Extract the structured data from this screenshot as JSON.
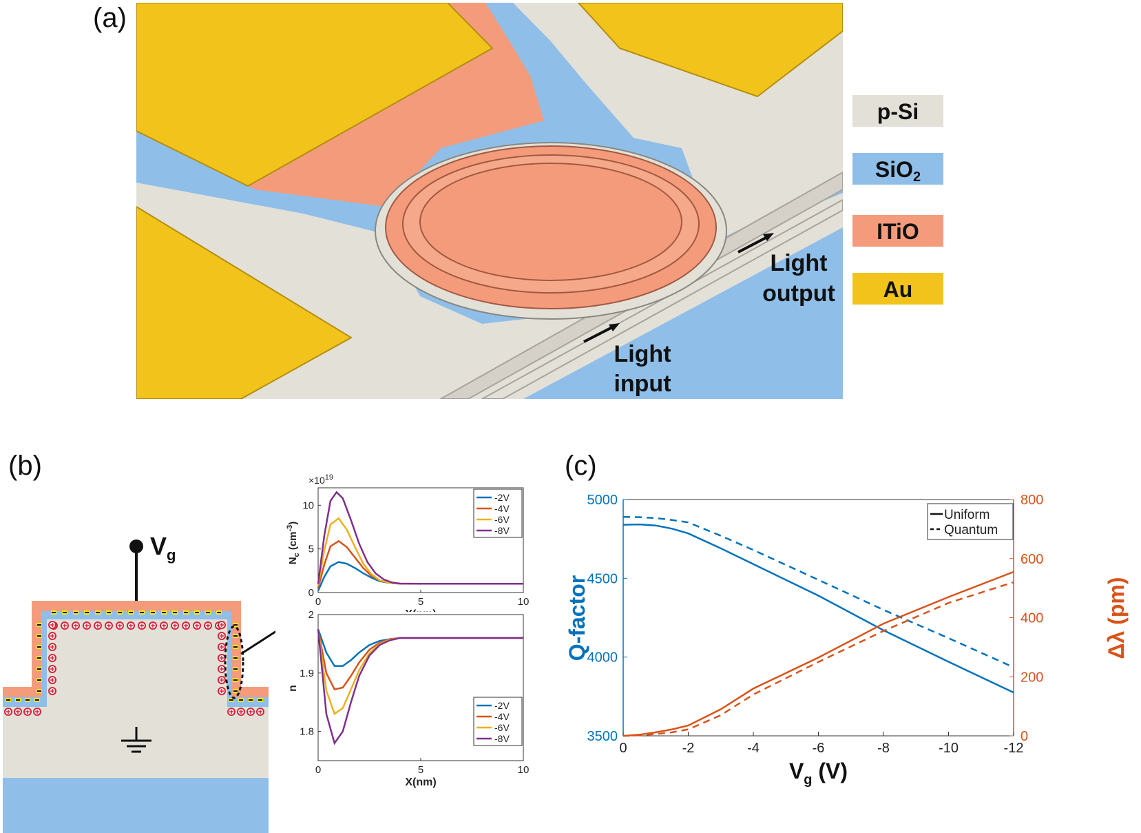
{
  "colors": {
    "psi": "#e3e0d8",
    "sio2": "#8fbfe9",
    "itio": "#f49b7c",
    "au": "#f2c31b",
    "blue": "#0072bd",
    "orange": "#d95319",
    "yellow": "#edb120",
    "purple": "#7e2f8e",
    "text": "#111111",
    "plus": "#d6243a",
    "minus": "#111111"
  },
  "panel_a": {
    "label": "(a)",
    "legend": [
      {
        "text": "p-Si",
        "color": "#e3e0d8"
      },
      {
        "text": "SiO",
        "sub": "2",
        "color": "#8fbfe9"
      },
      {
        "text": "ITiO",
        "color": "#f49b7c"
      },
      {
        "text": "Au",
        "color": "#f2c31b"
      }
    ],
    "light_output_line1": "Light",
    "light_output_line2": "output",
    "light_input_line1": "Light",
    "light_input_line2": "input"
  },
  "panel_b": {
    "label": "(b)",
    "vg_label": "V",
    "vg_sub": "g"
  },
  "panel_c": {
    "label": "(c)"
  },
  "chart_data": [
    {
      "type": "line",
      "title": "",
      "xlabel": "X(nm)",
      "ylabel": "N",
      "ylabel_sub": "c",
      "ylabel_unit": "(cm",
      "ylabel_sup": "-3",
      "ylabel_close": ")",
      "exponent_label": "×10",
      "exponent_sup": "19",
      "xlim": [
        0,
        10
      ],
      "ylim": [
        0,
        12
      ],
      "xticks": [
        "0",
        "5",
        "10"
      ],
      "yticks": [
        "0",
        "5",
        "10"
      ],
      "legend_position": "top-right",
      "series": [
        {
          "name": "-2V",
          "color": "#0072bd",
          "x": [
            0,
            0.3,
            0.6,
            1.0,
            1.4,
            1.8,
            2.2,
            2.6,
            3.0,
            3.5,
            4.0,
            5,
            6,
            8,
            10
          ],
          "y": [
            0.2,
            1.8,
            3.0,
            3.5,
            3.3,
            2.8,
            2.2,
            1.7,
            1.3,
            1.1,
            1.02,
            1.0,
            1.0,
            1.0,
            1.0
          ]
        },
        {
          "name": "-4V",
          "color": "#d95319",
          "x": [
            0,
            0.3,
            0.6,
            1.0,
            1.4,
            1.8,
            2.2,
            2.6,
            3.0,
            3.5,
            4.0,
            5,
            6,
            8,
            10
          ],
          "y": [
            0.5,
            3.2,
            5.3,
            5.9,
            5.2,
            4.0,
            2.8,
            1.9,
            1.4,
            1.1,
            1.02,
            1.0,
            1.0,
            1.0,
            1.0
          ]
        },
        {
          "name": "-6V",
          "color": "#edb120",
          "x": [
            0,
            0.3,
            0.6,
            1.0,
            1.4,
            1.8,
            2.2,
            2.6,
            3.0,
            3.5,
            4.0,
            5,
            6,
            8,
            10
          ],
          "y": [
            0.8,
            4.8,
            7.8,
            8.5,
            7.2,
            5.2,
            3.3,
            2.1,
            1.4,
            1.1,
            1.02,
            1.0,
            1.0,
            1.0,
            1.0
          ]
        },
        {
          "name": "-8V",
          "color": "#7e2f8e",
          "x": [
            0,
            0.3,
            0.6,
            0.9,
            1.2,
            1.6,
            2.0,
            2.4,
            2.8,
            3.2,
            3.6,
            4.0,
            5,
            6,
            8,
            10
          ],
          "y": [
            1.0,
            6.5,
            10.5,
            11.5,
            10.8,
            8.3,
            5.6,
            3.5,
            2.2,
            1.5,
            1.15,
            1.03,
            1.0,
            1.0,
            1.0,
            1.0
          ]
        }
      ]
    },
    {
      "type": "line",
      "title": "",
      "xlabel": "X(nm)",
      "ylabel": "n",
      "xlim": [
        0,
        10
      ],
      "ylim": [
        1.75,
        2.0
      ],
      "xticks": [
        "0",
        "5",
        "10"
      ],
      "yticks": [
        "1.8",
        "1.9",
        "2"
      ],
      "legend_position": "bottom-right",
      "series": [
        {
          "name": "-2V",
          "color": "#0072bd",
          "x": [
            0,
            0.4,
            0.8,
            1.2,
            1.6,
            2.0,
            2.5,
            3.0,
            3.5,
            4.0,
            5,
            6,
            8,
            10
          ],
          "y": [
            1.975,
            1.935,
            1.912,
            1.912,
            1.922,
            1.935,
            1.948,
            1.955,
            1.958,
            1.96,
            1.96,
            1.96,
            1.96,
            1.96
          ]
        },
        {
          "name": "-4V",
          "color": "#d95319",
          "x": [
            0,
            0.4,
            0.8,
            1.2,
            1.6,
            2.0,
            2.5,
            3.0,
            3.5,
            4.0,
            5,
            6,
            8,
            10
          ],
          "y": [
            1.975,
            1.9,
            1.872,
            1.875,
            1.895,
            1.918,
            1.94,
            1.952,
            1.958,
            1.96,
            1.96,
            1.96,
            1.96,
            1.96
          ]
        },
        {
          "name": "-6V",
          "color": "#edb120",
          "x": [
            0,
            0.4,
            0.8,
            1.2,
            1.6,
            2.0,
            2.5,
            3.0,
            3.5,
            4.0,
            5,
            6,
            8,
            10
          ],
          "y": [
            1.975,
            1.87,
            1.83,
            1.84,
            1.872,
            1.905,
            1.934,
            1.95,
            1.957,
            1.96,
            1.96,
            1.96,
            1.96,
            1.96
          ]
        },
        {
          "name": "-8V",
          "color": "#7e2f8e",
          "x": [
            0,
            0.4,
            0.8,
            1.2,
            1.6,
            2.0,
            2.5,
            3.0,
            3.5,
            4.0,
            5,
            6,
            8,
            10
          ],
          "y": [
            1.975,
            1.83,
            1.78,
            1.8,
            1.85,
            1.895,
            1.93,
            1.948,
            1.956,
            1.96,
            1.96,
            1.96,
            1.96,
            1.96
          ]
        }
      ]
    },
    {
      "type": "line",
      "title": "",
      "xlabel": "V",
      "xlabel_sub": "g",
      "xlabel_unit": " (V)",
      "ylabel_left": "Q-factor",
      "ylabel_right_symbol": "Δλ",
      "ylabel_right_unit": " (pm)",
      "xlim": [
        0,
        -12
      ],
      "ylim_left": [
        3500,
        5000
      ],
      "ylim_right": [
        0,
        800
      ],
      "xticks": [
        "0",
        "-2",
        "-4",
        "-6",
        "-8",
        "-10",
        "-12"
      ],
      "yticks_left": [
        "3500",
        "4000",
        "4500",
        "5000"
      ],
      "yticks_right": [
        "0",
        "200",
        "400",
        "600",
        "800"
      ],
      "legend_position": "top-right",
      "legend": [
        {
          "name": "Uniform",
          "style": "solid"
        },
        {
          "name": "Quantum",
          "style": "dashed"
        }
      ],
      "series": [
        {
          "name": "Q-factor Uniform",
          "axis": "left",
          "color": "#0072bd",
          "style": "solid",
          "x": [
            0,
            -0.5,
            -1,
            -1.5,
            -2,
            -3,
            -4,
            -6,
            -8,
            -10,
            -12
          ],
          "y": [
            4840,
            4842,
            4835,
            4815,
            4785,
            4690,
            4590,
            4390,
            4170,
            3970,
            3775
          ]
        },
        {
          "name": "Q-factor Quantum",
          "axis": "left",
          "color": "#0072bd",
          "style": "dashed",
          "x": [
            0,
            -0.5,
            -1,
            -1.5,
            -2,
            -3,
            -4,
            -6,
            -8,
            -10,
            -12
          ],
          "y": [
            4890,
            4888,
            4882,
            4870,
            4855,
            4770,
            4680,
            4490,
            4300,
            4120,
            3935
          ]
        },
        {
          "name": "Δλ Uniform",
          "axis": "right",
          "color": "#d95319",
          "style": "solid",
          "x": [
            0,
            -0.5,
            -1,
            -1.5,
            -2,
            -3,
            -4,
            -6,
            -8,
            -10,
            -12
          ],
          "y": [
            0,
            4,
            12,
            22,
            35,
            90,
            160,
            265,
            380,
            470,
            555
          ]
        },
        {
          "name": "Δλ Quantum",
          "axis": "right",
          "color": "#d95319",
          "style": "dashed",
          "x": [
            0,
            -0.5,
            -1,
            -1.5,
            -2,
            -3,
            -4,
            -6,
            -8,
            -10,
            -12
          ],
          "y": [
            0,
            2,
            6,
            12,
            22,
            70,
            140,
            250,
            355,
            450,
            520
          ]
        }
      ]
    }
  ]
}
